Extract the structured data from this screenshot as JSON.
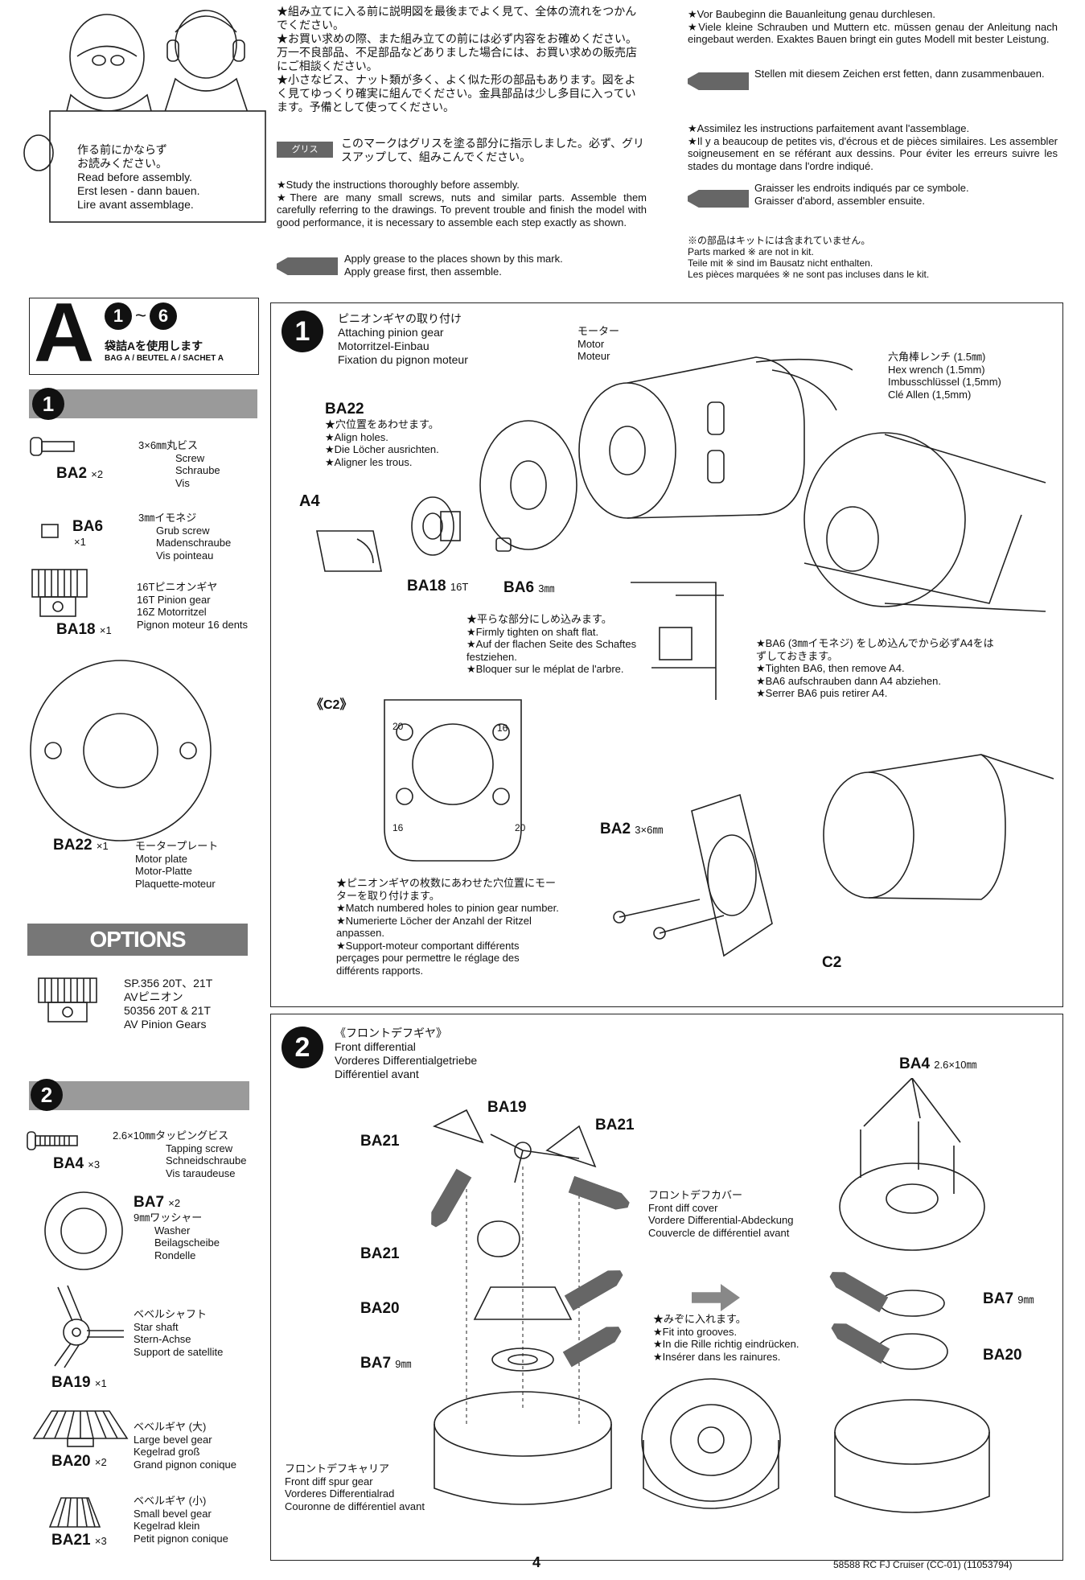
{
  "intro": {
    "sign": [
      "作る前にかならず",
      "お読みください。",
      "Read before assembly.",
      "Erst lesen - dann bauen.",
      "Lire avant assemblage."
    ],
    "jp": [
      "★組み立てに入る前に説明図を最後までよく見て、全体の流れをつかんでください。",
      "★お買い求めの際、また組み立ての前には必ず内容をお確めください。万一不良部品、不足部品などありました場合には、お買い求めの販売店にご相談ください。",
      "★小さなビス、ナット類が多く、よく似た形の部品もあります。図をよく見てゆっくり確実に組んでください。金具部品は少し多目に入っています。予備として使ってください。"
    ],
    "jp_grease_badge": "グリス",
    "jp_grease": "このマークはグリスを塗る部分に指示しました。必ず、グリスアップして、組みこんでください。",
    "en": [
      "★Study the instructions thoroughly before assembly.",
      "★There are many small screws, nuts and similar parts. Assemble them carefully referring to the drawings. To prevent trouble and finish the model with good performance, it is necessary to assemble each step exactly as shown."
    ],
    "en_grease": [
      "Apply grease to the places shown by this mark.",
      "Apply grease first, then assemble."
    ],
    "de": [
      "★Vor Baubeginn die Bauanleitung genau durchlesen.",
      "★Viele kleine Schrauben und Muttern etc. müssen genau der Anleitung nach eingebaut werden. Exaktes Bauen bringt ein gutes Modell mit bester Leistung."
    ],
    "de_grease": [
      "Stellen mit diesem Zeichen erst fetten, dann zusammenbauen."
    ],
    "fr": [
      "★Assimilez les instructions parfaitement avant l'assemblage.",
      "★Il y a beaucoup de petites vis, d'écrous et de pièces similaires. Les assembler soigneusement en se référant aux dessins. Pour éviter les erreurs suivre les stades du montage dans l'ordre indiqué."
    ],
    "fr_grease": [
      "Graisser les endroits indiqués par ce symbole.",
      "Graisser d'abord, assembler ensuite."
    ],
    "notes": [
      "※の部品はキットには含まれていません。",
      "Parts marked ※ are not in kit.",
      "Teile mit ※ sind im Bausatz nicht enthalten.",
      "Les pièces marquées ※ ne sont pas incluses dans le kit."
    ]
  },
  "bag": {
    "letter": "A",
    "step_from": "1",
    "tilde": "~",
    "step_to": "6",
    "jp": "袋詰Aを使用します",
    "label": "BAG A / BEUTEL A / SACHET A"
  },
  "parts1": {
    "step": "1",
    "items": [
      {
        "code": "BA2",
        "qty": "×2",
        "desc": [
          "3×6㎜丸ビス",
          "Screw",
          "Schraube",
          "Vis"
        ]
      },
      {
        "code": "BA6",
        "qty": "×1",
        "desc": [
          "3㎜イモネジ",
          "Grub screw",
          "Madenschraube",
          "Vis pointeau"
        ]
      },
      {
        "code": "BA18",
        "qty": "×1",
        "desc": [
          "16Tピニオンギヤ",
          "16T Pinion gear",
          "16Z Motorritzel",
          "Pignon moteur 16 dents"
        ]
      },
      {
        "code": "BA22",
        "qty": "×1",
        "desc": [
          "モータープレート",
          "Motor plate",
          "Motor-Platte",
          "Plaquette-moteur"
        ]
      }
    ]
  },
  "options": {
    "title": "OPTIONS",
    "lines": [
      "SP.356 20T、21T",
      "AVピニオン",
      "50356 20T & 21T",
      "AV Pinion Gears"
    ]
  },
  "parts2": {
    "step": "2",
    "items": [
      {
        "code": "BA4",
        "qty": "×3",
        "desc": [
          "2.6×10㎜タッピングビス",
          "Tapping screw",
          "Schneidschraube",
          "Vis taraudeuse"
        ]
      },
      {
        "code": "BA7",
        "qty": "×2",
        "desc": [
          "9㎜ワッシャー",
          "Washer",
          "Beilagscheibe",
          "Rondelle"
        ]
      },
      {
        "code": "BA19",
        "qty": "×1",
        "desc": [
          "ベベルシャフト",
          "Star shaft",
          "Stern-Achse",
          "Support de satellite"
        ]
      },
      {
        "code": "BA20",
        "qty": "×2",
        "desc": [
          "ベベルギヤ (大)",
          "Large bevel gear",
          "Kegelrad groß",
          "Grand pignon conique"
        ]
      },
      {
        "code": "BA21",
        "qty": "×3",
        "desc": [
          "ベベルギヤ (小)",
          "Small bevel gear",
          "Kegelrad klein",
          "Petit pignon conique"
        ]
      }
    ]
  },
  "step1": {
    "num": "1",
    "title": [
      "ピニオンギヤの取り付け",
      "Attaching pinion gear",
      "Motorritzel-Einbau",
      "Fixation du pignon moteur"
    ],
    "motor": [
      "モーター",
      "Motor",
      "Moteur"
    ],
    "wrench": [
      "六角棒レンチ (1.5㎜)",
      "Hex wrench (1.5mm)",
      "Imbusschlüssel (1,5mm)",
      "Clé Allen (1,5mm)"
    ],
    "ba22_label": "BA22",
    "ba22_notes": [
      "★穴位置をあわせます。",
      "★Align holes.",
      "★Die Löcher ausrichten.",
      "★Aligner les trous."
    ],
    "a4": "A4",
    "ba18": "BA18",
    "ba18_sub": "16T",
    "ba6": "BA6",
    "ba6_sub": "3㎜",
    "flat_notes": [
      "★平らな部分にしめ込みます。",
      "★Firmly tighten on shaft flat.",
      "★Auf der flachen Seite des Schaftes festziehen.",
      "★Bloquer sur le méplat de l'arbre."
    ],
    "tighten_notes": [
      "★BA6 (3㎜イモネジ) をしめ込んでから必ずA4をはずしておきます。",
      "★Tighten BA6, then remove A4.",
      "★BA6 aufschrauben dann A4 abziehen.",
      "★Serrer BA6 puis retirer A4."
    ],
    "c2_label": "《C2》",
    "holes": [
      "20",
      "16",
      "16",
      "20"
    ],
    "pinion_notes": [
      "★ピニオンギヤの枚数にあわせた穴位置にモーターを取り付けます。",
      "★Match numbered holes to pinion gear number.",
      "★Numerierte Löcher der Anzahl der Ritzel anpassen.",
      "★Support-moteur comportant différents perçages pour permettre le réglage des différents rapports."
    ],
    "ba2": "BA2",
    "ba2_sub": "3×6㎜",
    "c2": "C2"
  },
  "step2": {
    "num": "2",
    "title": [
      "《フロントデフギヤ》",
      "Front differential",
      "Vorderes Differentialgetriebe",
      "Différentiel avant"
    ],
    "ba19": "BA19",
    "ba21": "BA21",
    "ba20": "BA20",
    "ba7": "BA7",
    "ba7_sub": "9㎜",
    "ba4": "BA4",
    "ba4_sub": "2.6×10㎜",
    "cover": [
      "フロントデフカバー",
      "Front diff cover",
      "Vordere Differential-Abdeckung",
      "Couvercle de différentiel avant"
    ],
    "carrier": [
      "フロントデフキャリア",
      "Front diff spur gear",
      "Vorderes Differentialrad",
      "Couronne de différentiel avant"
    ],
    "groove": [
      "★みぞに入れます。",
      "★Fit into grooves.",
      "★In die Rille richtig eindrücken.",
      "★Insérer dans les rainures."
    ]
  },
  "footer": {
    "page": "4",
    "code": "58588 RC FJ Cruiser (CC-01) (11053794)"
  }
}
